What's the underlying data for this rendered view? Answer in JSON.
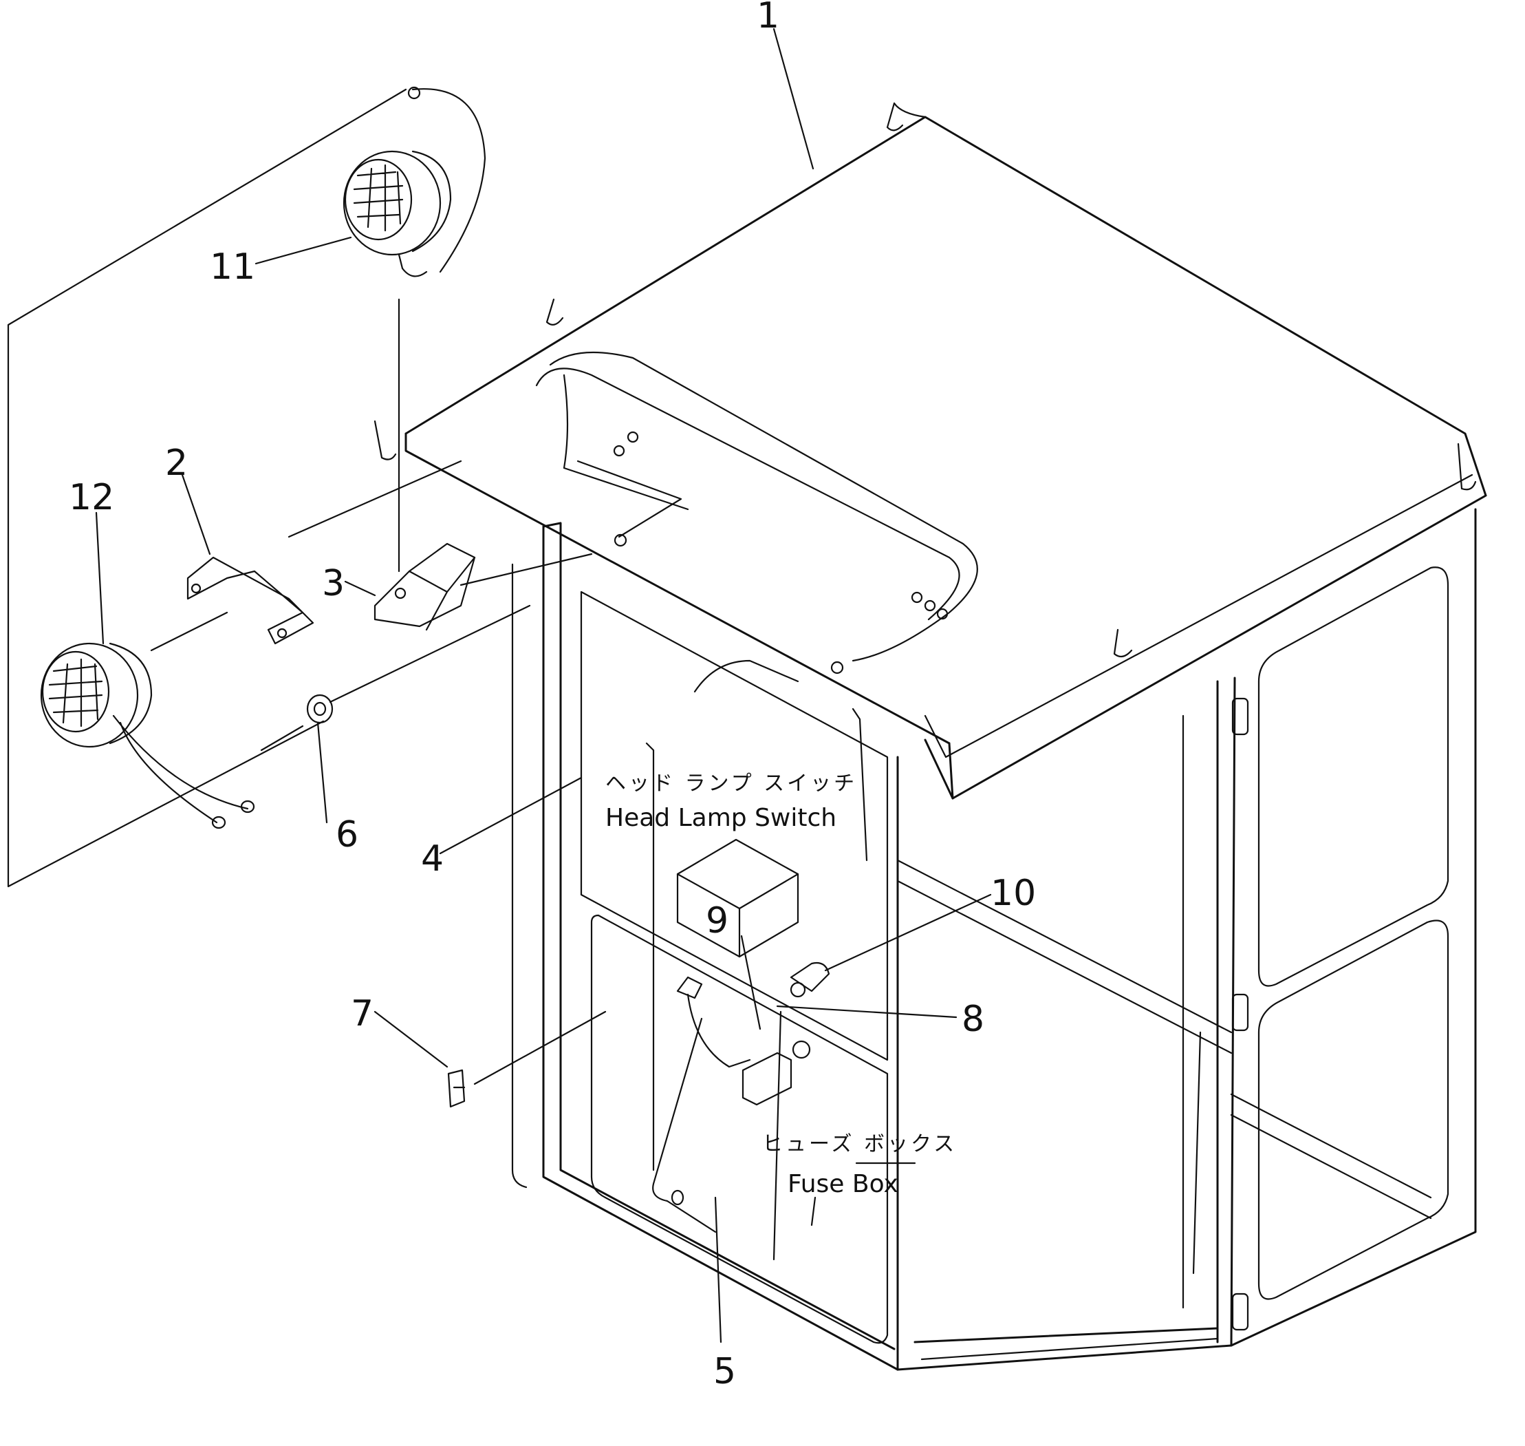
{
  "callouts": {
    "p1": "1",
    "p2": "2",
    "p3": "3",
    "p4": "4",
    "p5": "5",
    "p6": "6",
    "p7": "7",
    "p8": "8",
    "p9": "9",
    "p10": "10",
    "p11": "11",
    "p12": "12"
  },
  "labels": {
    "head_lamp_switch_jp": "ヘッド ランプ スイッチ",
    "head_lamp_switch_en": "Head Lamp Switch",
    "fuse_box_jp": "ヒューズ ボックス",
    "fuse_box_en": "Fuse Box"
  }
}
